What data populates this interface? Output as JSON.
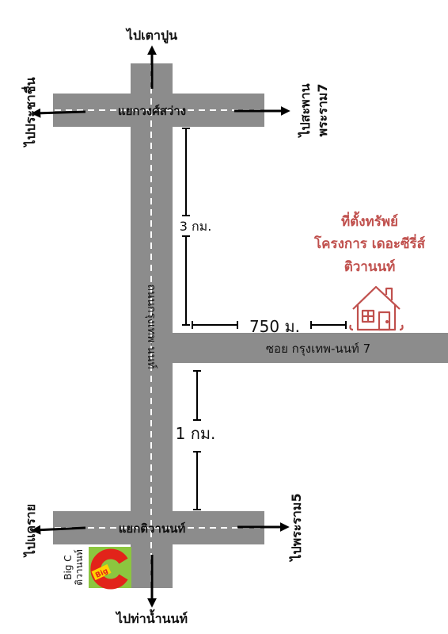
{
  "labels": {
    "to_north": "ไปเตาปูน",
    "to_west_top": "ไปประชาชื่น",
    "to_east_top_line1": "ไปสะพาน",
    "to_east_top_line2": "พระราม7",
    "to_west_bottom": "ไปแคราย",
    "to_east_bottom": "ไปพระราม5",
    "to_south": "ไปท่าน้ำนนท์",
    "junction_top": "แยกวงศ์สว่าง",
    "junction_bottom": "แยกติวานนท์",
    "main_road": "ถนนกรุงเทพ-นนท์",
    "soi": "ซอย กรุงเทพ-นนท์ 7",
    "dist_north": "3 กม.",
    "dist_south": "1 กม.",
    "dist_soi": "750 ม.",
    "property_line1": "ที่ตั้งทรัพย์",
    "property_line2": "โครงการ เดอะซีรี่ส์",
    "property_line3": "ติวานนท์",
    "bigc_line1": "Big C",
    "bigc_line2": "ติวานนท์",
    "bigc_logo_text": "Big"
  },
  "icons": {
    "house": "house-icon",
    "bigc_logo": "bigc-logo-icon"
  },
  "colors": {
    "road": "#8c8c8c",
    "lane": "#ffffff",
    "arrow": "#000000",
    "accent": "#c0504d",
    "bigc_green": "#8cc63f",
    "bigc_red": "#e2231a",
    "bigc_yellow": "#ffd200"
  }
}
